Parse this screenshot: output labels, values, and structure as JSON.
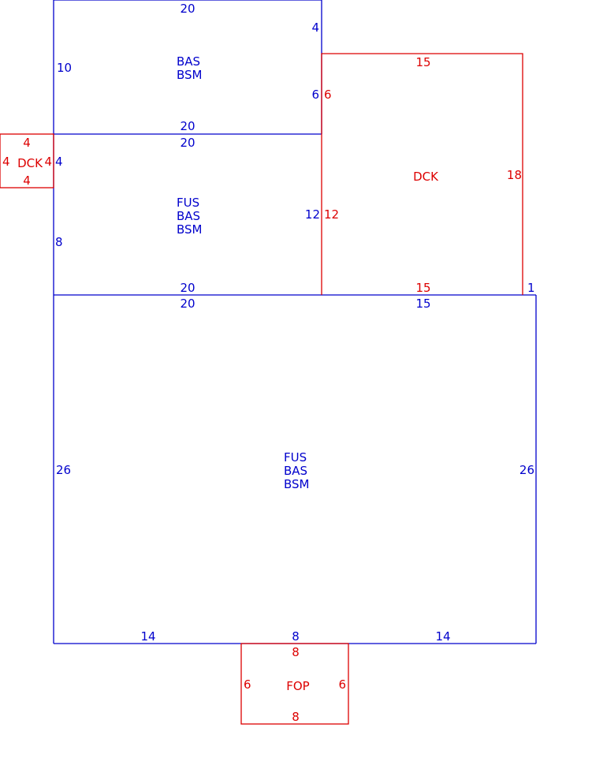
{
  "colors": {
    "living": "#0000cc",
    "exterior": "#dd0000"
  },
  "sections": {
    "top": {
      "codes": [
        "BAS",
        "BSM"
      ],
      "dims": {
        "top": "20",
        "left": "10",
        "right_upper": "4",
        "right_lower": "6",
        "bottom": "20"
      }
    },
    "middle": {
      "codes": [
        "FUS",
        "BAS",
        "BSM"
      ],
      "dims": {
        "top": "20",
        "left_upper": "4",
        "left_lower": "8",
        "right": "12",
        "bottom": "20"
      }
    },
    "main": {
      "codes": [
        "FUS",
        "BAS",
        "BSM"
      ],
      "dims": {
        "top_left": "20",
        "top_right": "15",
        "top_jog": "1",
        "left": "26",
        "right": "26",
        "bottom_left": "14",
        "bottom_mid": "8",
        "bottom_right": "14"
      }
    },
    "deck_large": {
      "code": "DCK",
      "dims": {
        "top": "15",
        "left_upper": "6",
        "left_lower": "12",
        "right": "18",
        "bottom": "15"
      }
    },
    "deck_small": {
      "code": "DCK",
      "dims": {
        "top": "4",
        "left": "4",
        "right": "4",
        "bottom": "4"
      }
    },
    "porch": {
      "code": "FOP",
      "dims": {
        "top": "8",
        "left": "6",
        "right": "6",
        "bottom": "8"
      }
    }
  }
}
